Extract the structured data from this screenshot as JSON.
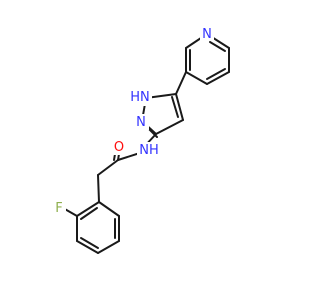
{
  "structure": {
    "atom_labels": {
      "pyridine_n": "N",
      "pyrazole_nh": "HN",
      "pyrazole_n": "N",
      "amide_nh": "NH",
      "carbonyl_o": "O",
      "fluorine": "F"
    },
    "colors": {
      "bond": "#1a1a1a",
      "nitrogen": "#3333ff",
      "oxygen": "#ff0d0d",
      "fluorine": "#8fb04f"
    }
  }
}
